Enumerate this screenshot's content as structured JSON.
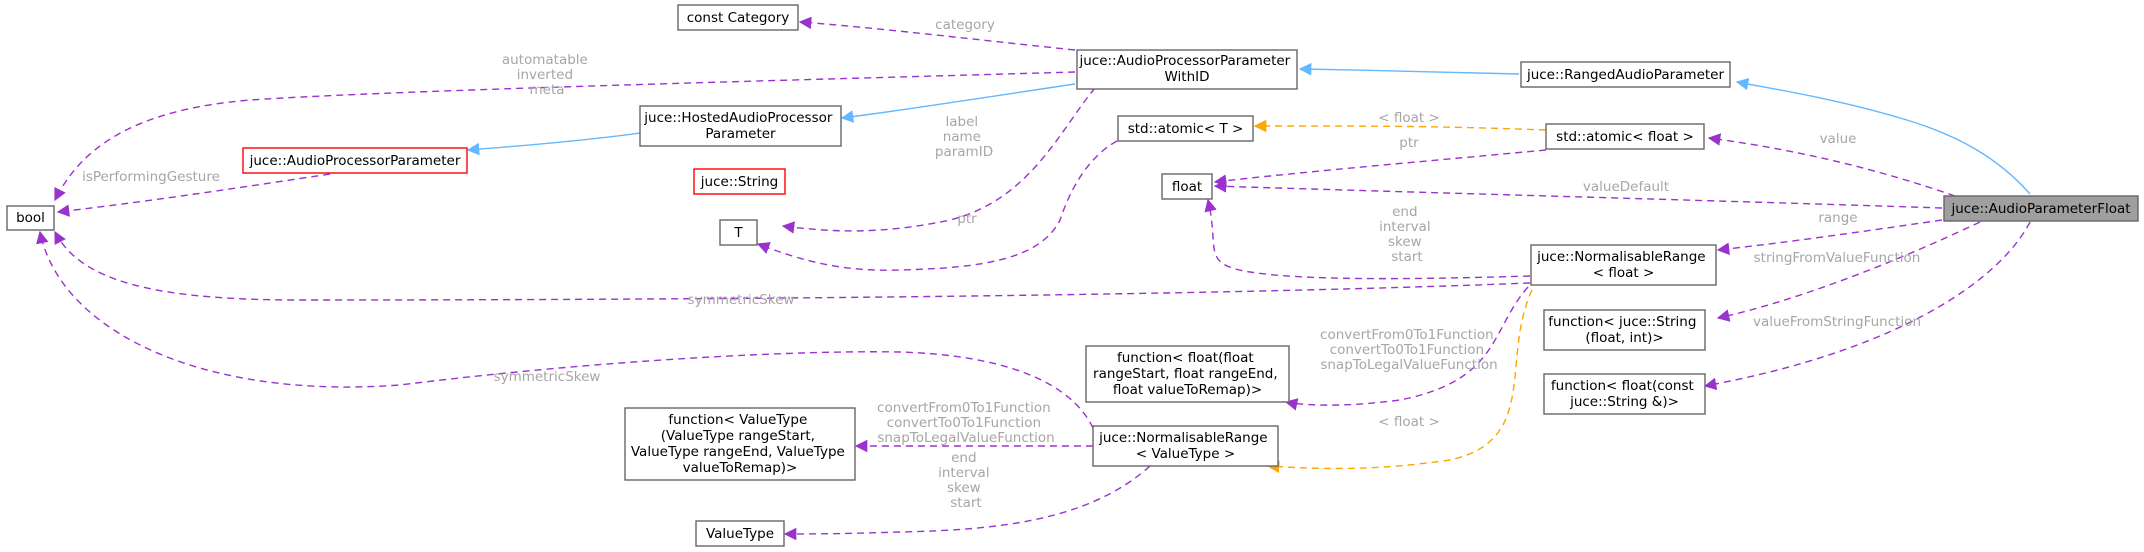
{
  "nodes": {
    "bool": {
      "lines": [
        "bool"
      ]
    },
    "const_category": {
      "lines": [
        "const Category"
      ]
    },
    "audio_processor_parameter_with_id": {
      "lines": [
        "juce::AudioProcessorParameter",
        "WithID"
      ]
    },
    "ranged_audio_parameter": {
      "lines": [
        "juce::RangedAudioParameter"
      ]
    },
    "hosted_audio_processor_parameter": {
      "lines": [
        "juce::HostedAudioProcessor",
        "Parameter"
      ]
    },
    "audio_processor_parameter": {
      "lines": [
        "juce::AudioProcessorParameter"
      ]
    },
    "juce_string": {
      "lines": [
        "juce::String"
      ]
    },
    "std_atomic_t": {
      "lines": [
        "std::atomic< T >"
      ]
    },
    "std_atomic_float": {
      "lines": [
        "std::atomic< float >"
      ]
    },
    "float": {
      "lines": [
        "float"
      ]
    },
    "t": {
      "lines": [
        "T"
      ]
    },
    "audio_parameter_float": {
      "lines": [
        "juce::AudioParameterFloat"
      ]
    },
    "normalisable_range_float": {
      "lines": [
        "juce::NormalisableRange",
        "< float >"
      ]
    },
    "function_string_float_int": {
      "lines": [
        "function< juce::String",
        "(float, int)>"
      ]
    },
    "function_float_remap": {
      "lines": [
        "function< float(float",
        "rangeStart, float rangeEnd,",
        "float valueToRemap)>"
      ]
    },
    "function_float_const_string": {
      "lines": [
        "function< float(const",
        "juce::String &)>"
      ]
    },
    "function_valuetype": {
      "lines": [
        "function< ValueType",
        "(ValueType rangeStart,",
        "ValueType rangeEnd, ValueType",
        "valueToRemap)>"
      ]
    },
    "normalisable_range_valuetype": {
      "lines": [
        "juce::NormalisableRange",
        "< ValueType >"
      ]
    },
    "valuetype": {
      "lines": [
        "ValueType"
      ]
    }
  },
  "edge_labels": {
    "category": [
      "category"
    ],
    "automatable": [
      "automatable",
      "inverted",
      "meta"
    ],
    "is_performing_gesture": [
      "isPerformingGesture"
    ],
    "label_name_paramid": [
      "label",
      "name",
      "paramID"
    ],
    "ptr_t": [
      "ptr"
    ],
    "float_template": [
      "< float >"
    ],
    "ptr_float": [
      "ptr"
    ],
    "value": [
      "value"
    ],
    "value_default": [
      "valueDefault"
    ],
    "range": [
      "range"
    ],
    "end_interval_skew_start_float": [
      "end",
      "interval",
      "skew",
      "start"
    ],
    "symmetric_skew_float": [
      "symmetricSkew"
    ],
    "string_from_value": [
      "stringFromValueFunction"
    ],
    "value_from_string": [
      "valueFromStringFunction"
    ],
    "convert_float": [
      "convertFrom0To1Function",
      "convertTo0To1Function",
      "snapToLegalValueFunction"
    ],
    "float_template_range": [
      "< float >"
    ],
    "symmetric_skew_valuetype": [
      "symmetricSkew"
    ],
    "convert_valuetype": [
      "convertFrom0To1Function",
      "convertTo0To1Function",
      "snapToLegalValueFunction"
    ],
    "end_interval_skew_start_valuetype": [
      "end",
      "interval",
      "skew",
      "start"
    ]
  },
  "colors": {
    "member_edge": "#9a32cd",
    "inherit_edge": "#63b8ff",
    "template_edge": "#ffa500",
    "focus_fill": "#9f9f9f",
    "highlight_border": "#ff0000",
    "edge_label": "#a6a6a6"
  }
}
